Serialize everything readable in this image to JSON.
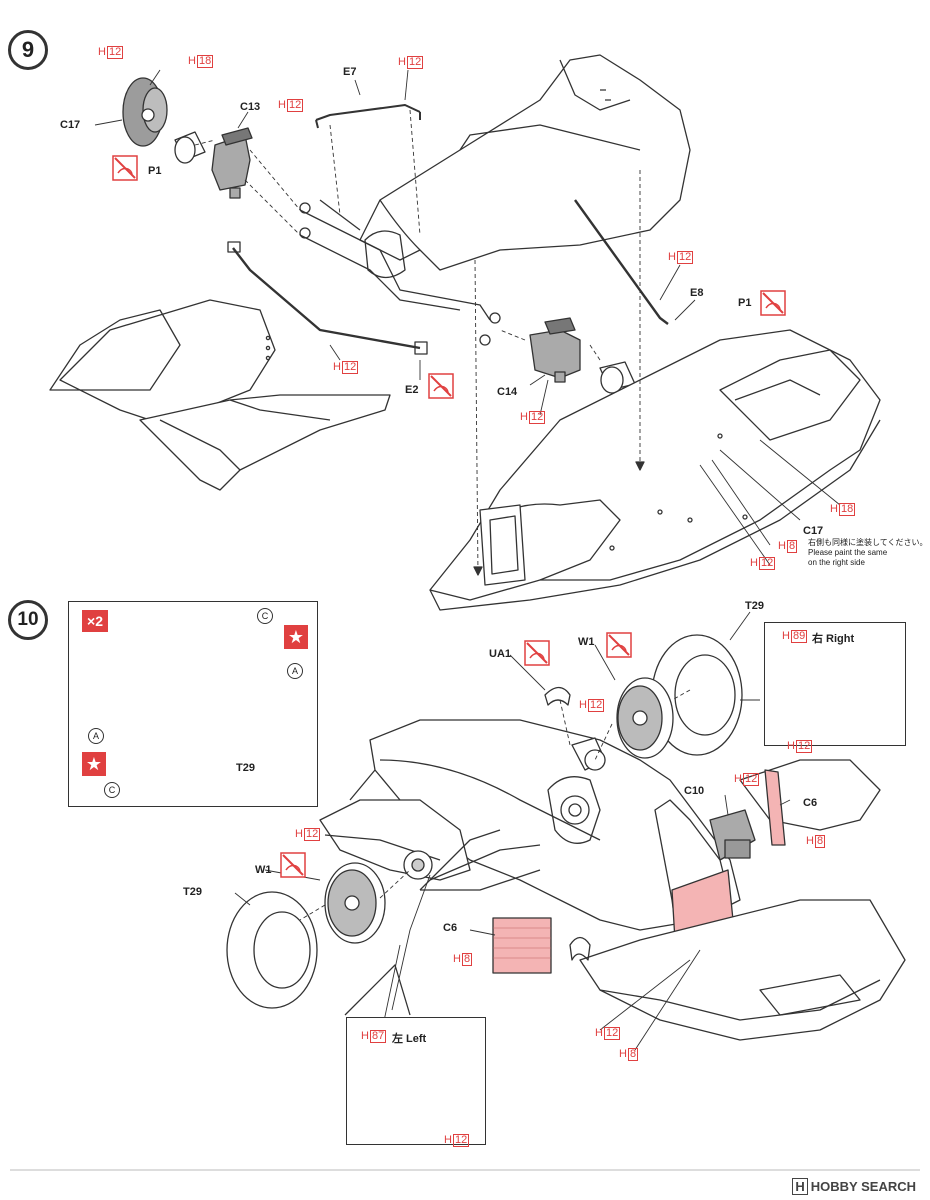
{
  "steps": {
    "s9": "9",
    "s10": "10"
  },
  "step9": {
    "parts": {
      "c17_top": "C17",
      "p1_top": "P1",
      "c13": "C13",
      "e7": "E7",
      "e8": "E8",
      "p1_right": "P1",
      "c14": "C14",
      "e2": "E2",
      "c17_bottom": "C17"
    },
    "colors": [
      {
        "prefix": "H",
        "num": "12",
        "id": "c17_h12"
      },
      {
        "prefix": "H",
        "num": "18",
        "id": "c17_h18"
      },
      {
        "prefix": "H",
        "num": "12",
        "id": "c13_h12"
      },
      {
        "prefix": "H",
        "num": "12",
        "id": "e7_h12"
      },
      {
        "prefix": "H",
        "num": "12",
        "id": "e8_h12"
      },
      {
        "prefix": "H",
        "num": "12",
        "id": "e2_h12"
      },
      {
        "prefix": "H",
        "num": "12",
        "id": "c14_h12"
      },
      {
        "prefix": "H",
        "num": "18",
        "id": "c17b_h18"
      },
      {
        "prefix": "H",
        "num": "8",
        "id": "c17b_h8"
      },
      {
        "prefix": "H",
        "num": "12",
        "id": "c17b_h12"
      }
    ],
    "note_jp": "右側も同様に塗装してください。",
    "note_en_1": "Please paint the same",
    "note_en_2": "on the right side"
  },
  "step10": {
    "multiplier": "×2",
    "tyre_inset": {
      "t29": "T29",
      "a1": "A",
      "a2": "A",
      "c1": "C",
      "c2": "C"
    },
    "parts": {
      "t29_top": "T29",
      "ua1": "UA1",
      "w1_top": "W1",
      "c10": "C10",
      "c6_right": "C6",
      "w1_left": "W1",
      "t29_left": "T29",
      "c6_left": "C6"
    },
    "right_wheel": {
      "code_prefix": "H",
      "code_num": "89",
      "label": "右 Right",
      "rim_prefix": "H",
      "rim_num": "12"
    },
    "left_wheel": {
      "code_prefix": "H",
      "code_num": "87",
      "label": "左 Left",
      "rim_prefix": "H",
      "rim_num": "12"
    },
    "colors": [
      {
        "prefix": "H",
        "num": "12",
        "id": "w1t_h12"
      },
      {
        "prefix": "H",
        "num": "12",
        "id": "c10_h12"
      },
      {
        "prefix": "H",
        "num": "8",
        "id": "c6r_h8"
      },
      {
        "prefix": "H",
        "num": "12",
        "id": "w1l_h12"
      },
      {
        "prefix": "H",
        "num": "8",
        "id": "c6l_h8"
      },
      {
        "prefix": "H",
        "num": "12",
        "id": "floor_h12"
      },
      {
        "prefix": "H",
        "num": "8",
        "id": "floor_h8"
      }
    ]
  },
  "watermark": {
    "brand": "HOBBY SEARCH",
    "logo": "H"
  },
  "accent": "#e04040",
  "paint_fill": "#f4b4b4"
}
